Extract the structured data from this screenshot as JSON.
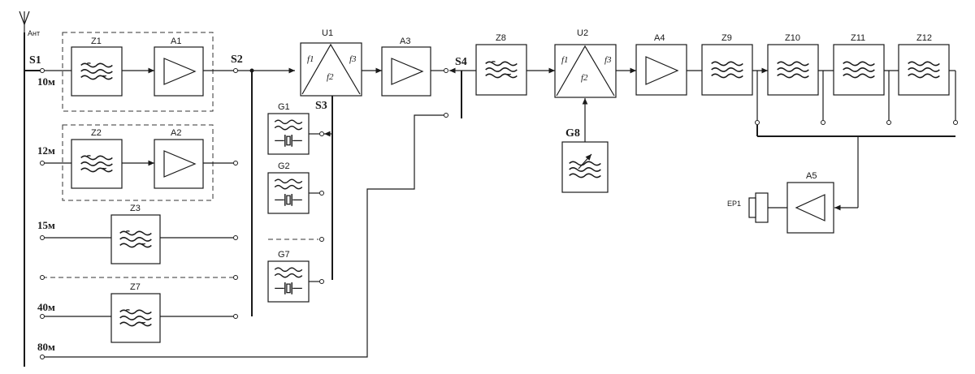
{
  "labels": {
    "antenna": "Ант",
    "s1": "S1",
    "s2": "S2",
    "s3": "S3",
    "s4": "S4",
    "z1": "Z1",
    "z2": "Z2",
    "z3": "Z3",
    "z7": "Z7",
    "z8": "Z8",
    "z9": "Z9",
    "z10": "Z10",
    "z11": "Z11",
    "z12": "Z12",
    "a1": "A1",
    "a2": "A2",
    "a3": "A3",
    "a4": "A4",
    "a5": "A5",
    "u1": "U1",
    "u2": "U2",
    "g1": "G1",
    "g2": "G2",
    "g7": "G7",
    "g8": "G8",
    "ep1": "EP1",
    "f1": "f1",
    "f2": "f2",
    "f3": "f3"
  },
  "bands": [
    "10м",
    "12м",
    "15м",
    "40м",
    "80м"
  ]
}
